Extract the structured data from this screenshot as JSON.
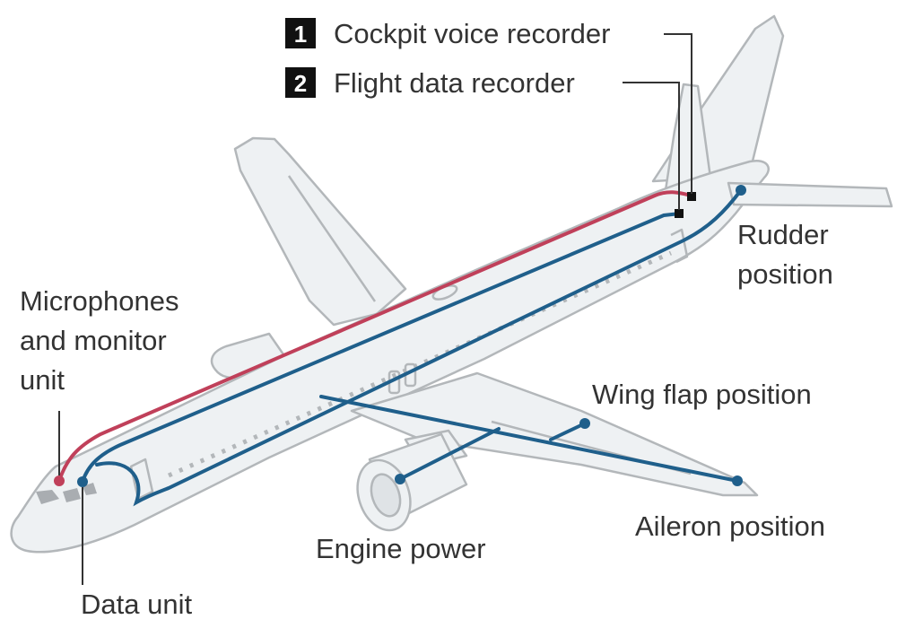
{
  "colors": {
    "background": "#ffffff",
    "plane_fill": "#eef1f3",
    "plane_outline": "#b3b7ba",
    "voice_line": "#c0405a",
    "data_line": "#1f5f8b",
    "leader_line": "#333333",
    "text": "#333333",
    "badge": "#111111"
  },
  "recorders": [
    {
      "number": "1",
      "label": "Cockpit voice recorder",
      "line": "voice"
    },
    {
      "number": "2",
      "label": "Flight data recorder",
      "line": "data"
    }
  ],
  "sensors": {
    "microphones": [
      "Microphones",
      "and monitor",
      "unit"
    ],
    "data_unit": "Data unit",
    "rudder": [
      "Rudder",
      "position"
    ],
    "wing_flap": "Wing flap position",
    "aileron": "Aileron position",
    "engine": "Engine power"
  }
}
